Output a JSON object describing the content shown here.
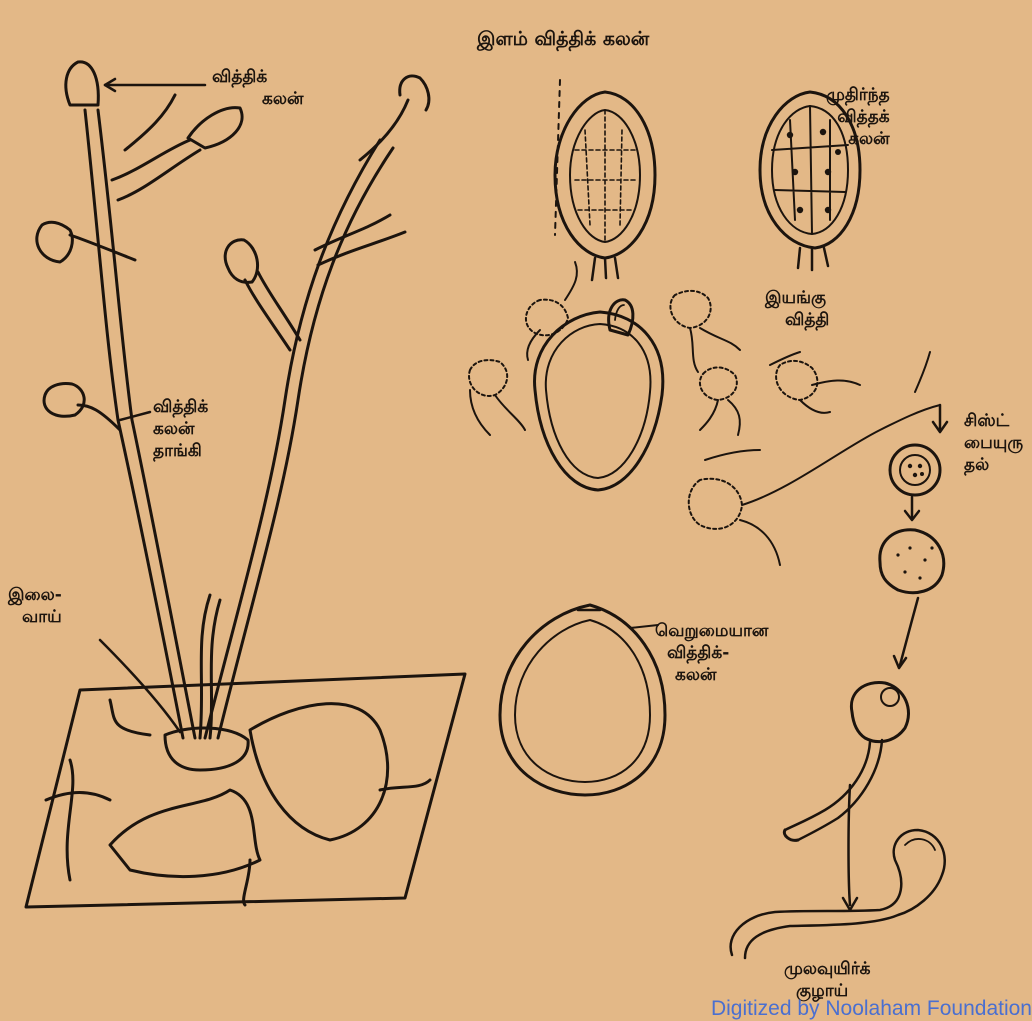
{
  "labels": {
    "sporangium": [
      "வித்திக்",
      "கலன்"
    ],
    "young_sporangium": "இளம் வித்திக் கலன்",
    "mature_sporangium": [
      "முதிர்ந்த",
      "வித்தக்",
      "கலன்"
    ],
    "zoospore": [
      "இயங்கு",
      "வித்தி"
    ],
    "sporangiophore": [
      "வித்திக்",
      "கலன்",
      "தாங்கி"
    ],
    "stoma": [
      "இலை-",
      "வாய்"
    ],
    "empty_sporangium": [
      "வெறுமையான",
      "வித்திக்-",
      "கலன்"
    ],
    "encysting": [
      "சிஸ்ட்",
      "பையுரு",
      "தல்"
    ],
    "germ_tube": [
      "முலவுயிர்க்",
      "குழாய்"
    ]
  },
  "watermark": "Digitized by Noolaham Foundation",
  "colors": {
    "paper": "#e3b887",
    "ink": "#1c140e",
    "watermark": "#4a6fd0"
  }
}
